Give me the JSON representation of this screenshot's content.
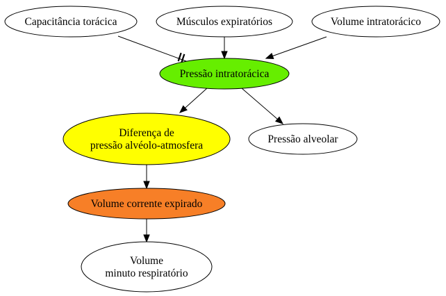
{
  "nodes": [
    {
      "id": "capacitancia",
      "lines": [
        "Capacitância torácica"
      ],
      "fill": "#ffffff"
    },
    {
      "id": "musculos",
      "lines": [
        "Músculos expiratórios"
      ],
      "fill": "#ffffff"
    },
    {
      "id": "volume_intra",
      "lines": [
        "Volume intratorácico"
      ],
      "fill": "#ffffff"
    },
    {
      "id": "pressao_intra",
      "lines": [
        "Pressão intratorácica"
      ],
      "fill": "#66ee00"
    },
    {
      "id": "diferenca",
      "lines": [
        "Diferença de",
        "pressão alvéolo-atmosfera"
      ],
      "fill": "#ffff00"
    },
    {
      "id": "pressao_alv",
      "lines": [
        "Pressão alveolar"
      ],
      "fill": "#ffffff"
    },
    {
      "id": "volume_corrente",
      "lines": [
        "Volume corrente expirado"
      ],
      "fill": "#f77f27"
    },
    {
      "id": "volume_minuto",
      "lines": [
        "Volume",
        "minuto respiratório"
      ],
      "fill": "#ffffff"
    }
  ],
  "edges": [
    {
      "from": "capacitancia",
      "to": "pressao_intra",
      "type": "inhibit"
    },
    {
      "from": "musculos",
      "to": "pressao_intra",
      "type": "arrow"
    },
    {
      "from": "volume_intra",
      "to": "pressao_intra",
      "type": "arrow"
    },
    {
      "from": "pressao_intra",
      "to": "diferenca",
      "type": "arrow"
    },
    {
      "from": "pressao_intra",
      "to": "pressao_alv",
      "type": "arrow"
    },
    {
      "from": "diferenca",
      "to": "volume_corrente",
      "type": "arrow"
    },
    {
      "from": "volume_corrente",
      "to": "volume_minuto",
      "type": "arrow"
    }
  ]
}
